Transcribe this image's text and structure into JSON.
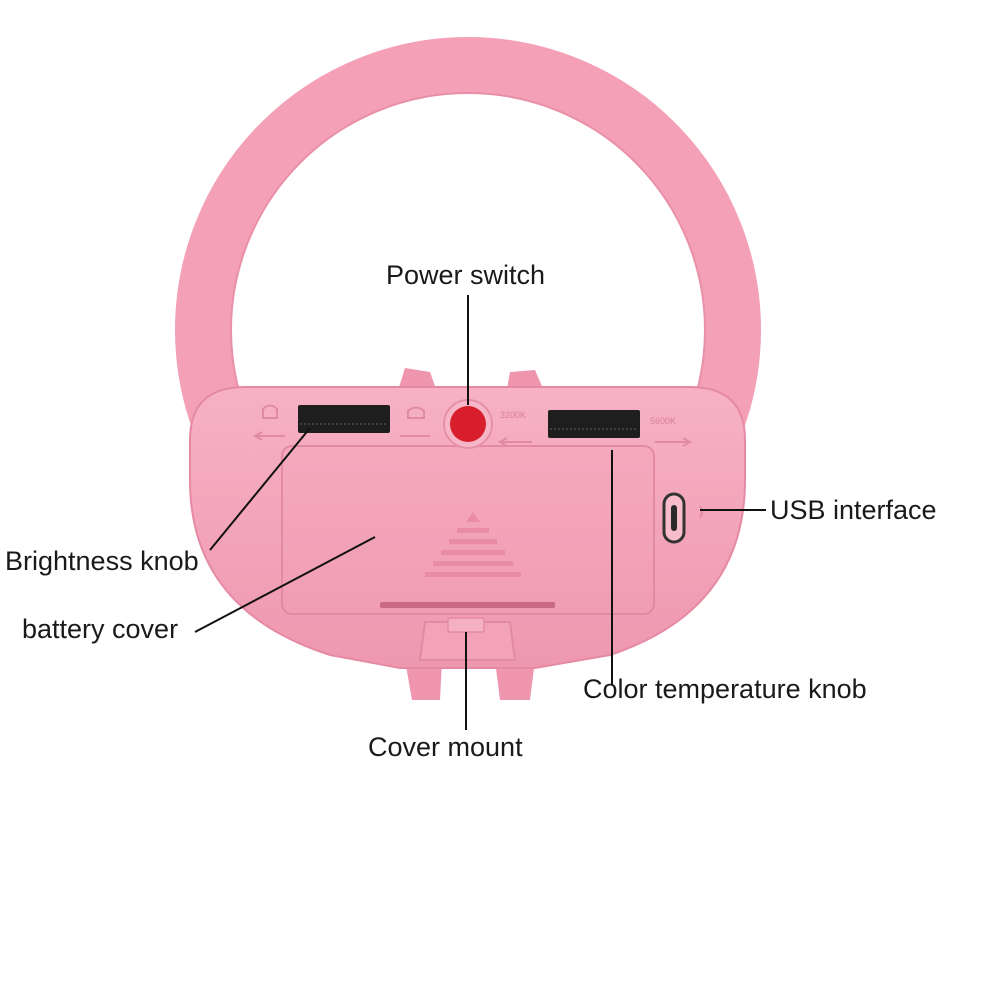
{
  "labels": {
    "power_switch": "Power switch",
    "usb_interface": "USB interface",
    "brightness_knob": "Brightness knob",
    "battery_cover": "battery cover",
    "color_temperature_knob": "Color temperature knob",
    "cover_mount": "Cover mount"
  },
  "device_markings": {
    "warm_temp": "3200K",
    "cool_temp": "5600K"
  },
  "colors": {
    "body": "#f4a4ba",
    "body_shade": "#e98fa9",
    "knob": "#1e1e1e",
    "power_button": "#d81e2c",
    "callout_line": "#111111"
  }
}
